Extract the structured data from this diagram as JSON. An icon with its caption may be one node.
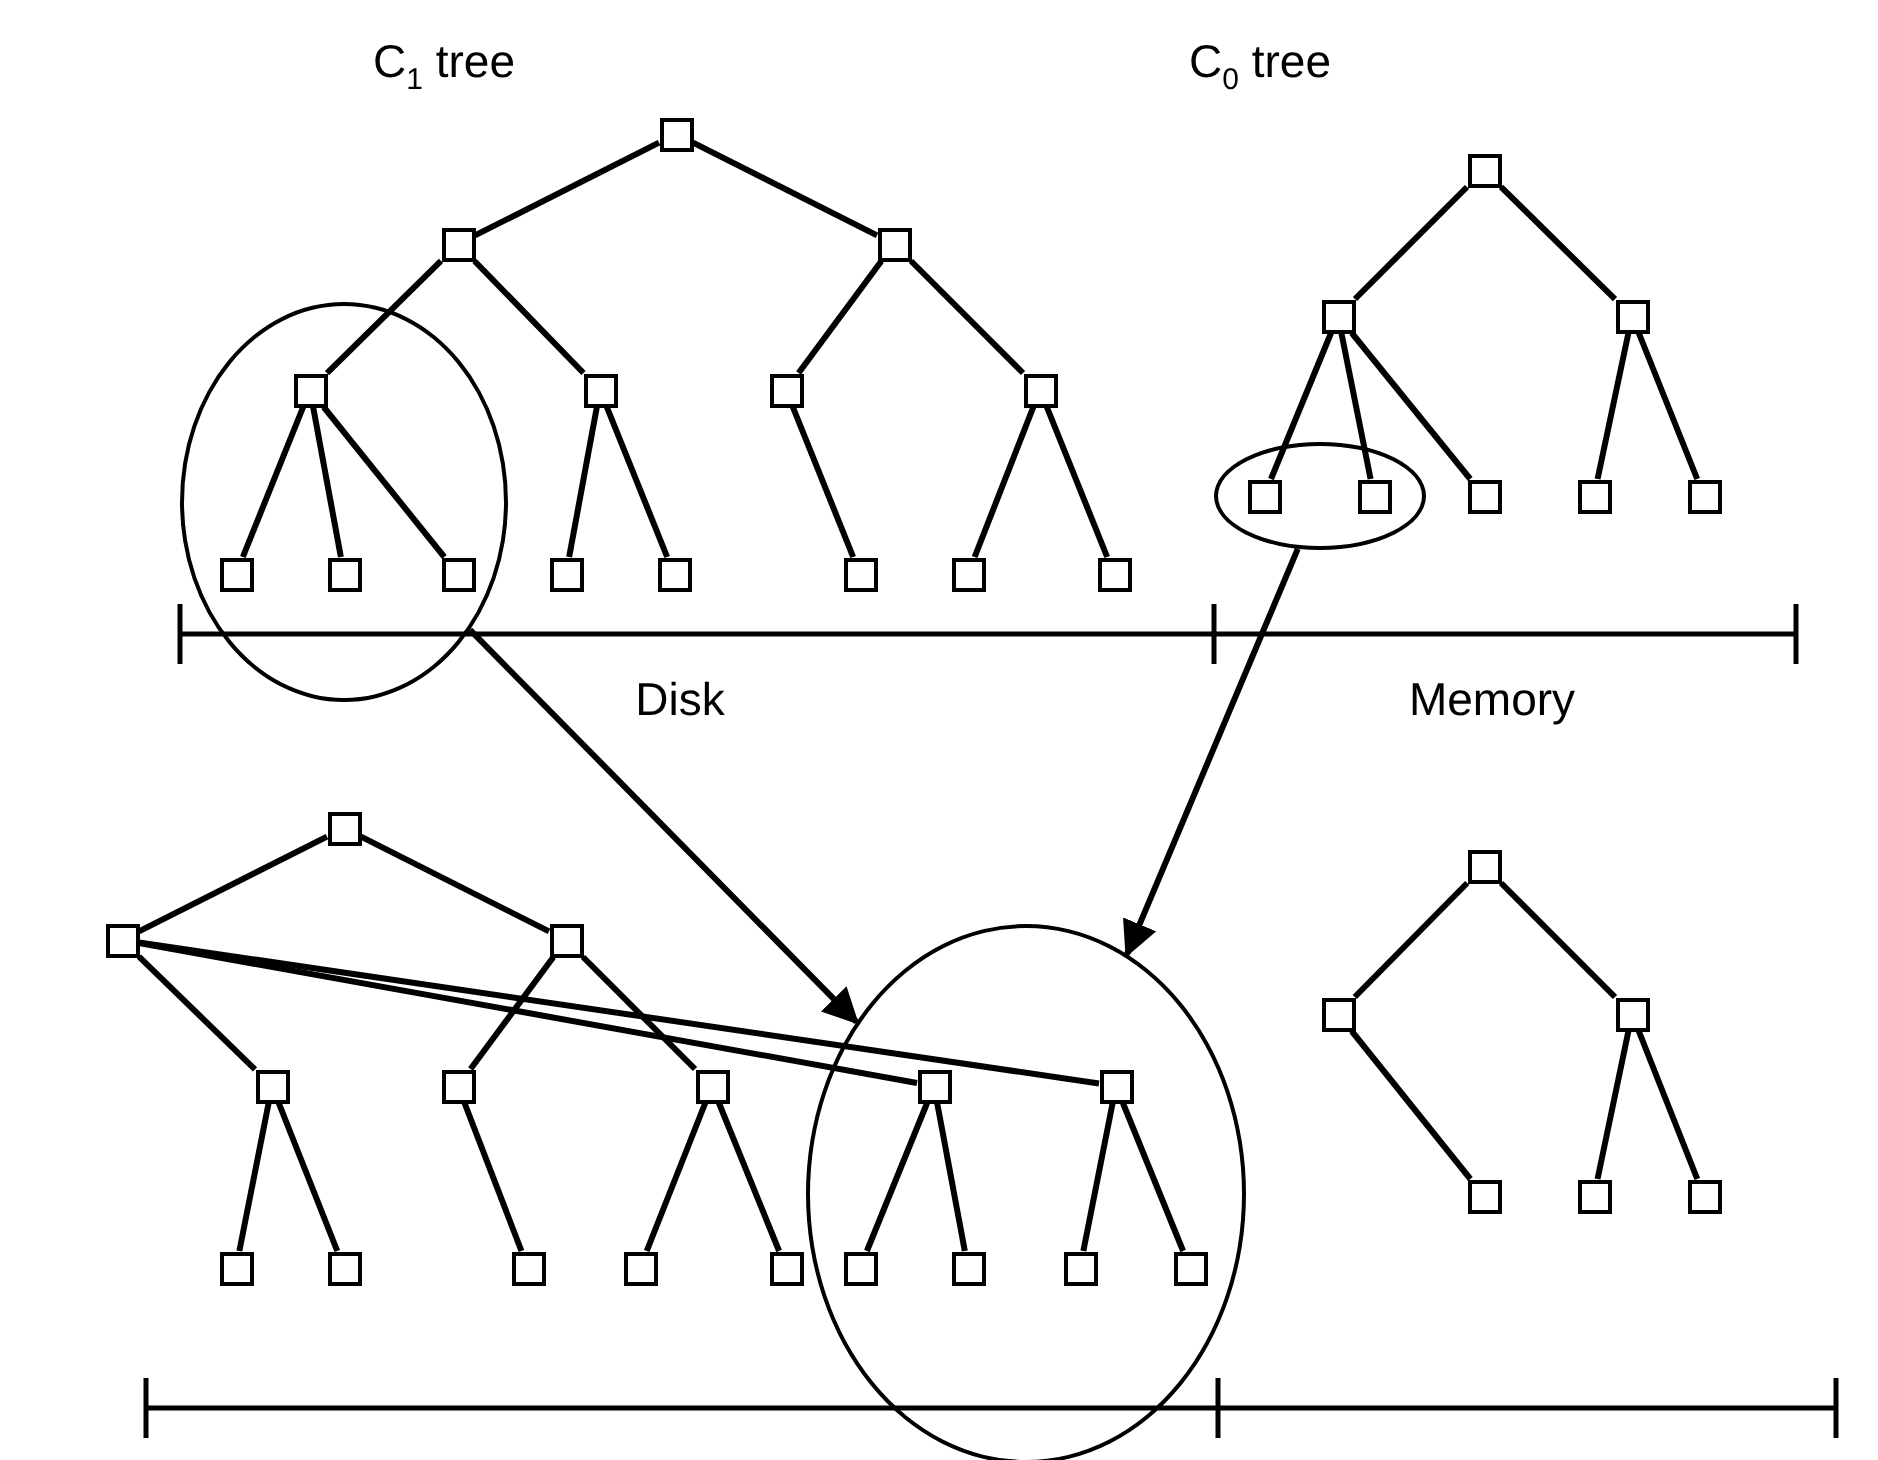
{
  "diagram": {
    "nodes": [
      {
        "text": [],
        "shape": "ellipse"
      },
      {
        "text": [],
        "shape": "ellipse"
      },
      {
        "text": [],
        "shape": "ellipse"
      },
      {
        "text": [],
        "shape": "box"
      },
      {
        "text": [],
        "shape": "box"
      },
      {
        "text": [],
        "shape": "box"
      },
      {
        "text": [],
        "shape": "box",
        "in": 0
      },
      {
        "text": [],
        "shape": "box"
      },
      {
        "text": [],
        "shape": "box"
      },
      {
        "text": [],
        "shape": "box"
      },
      {
        "text": [],
        "shape": "box",
        "in": 0
      },
      {
        "text": [],
        "shape": "box",
        "in": 0
      },
      {
        "text": [],
        "shape": "box",
        "in": 0
      },
      {
        "text": [],
        "shape": "box"
      },
      {
        "text": [],
        "shape": "box"
      },
      {
        "text": [],
        "shape": "box"
      },
      {
        "text": [],
        "shape": "box"
      },
      {
        "text": [],
        "shape": "box"
      },
      {
        "text": [],
        "shape": "box"
      },
      {
        "text": [],
        "shape": "box"
      },
      {
        "text": [],
        "shape": "box"
      },
      {
        "text": [],
        "shape": "box",
        "in": 1
      },
      {
        "text": [],
        "shape": "box",
        "in": 1
      },
      {
        "text": [],
        "shape": "box"
      },
      {
        "text": [],
        "shape": "box"
      },
      {
        "text": [],
        "shape": "box"
      },
      {
        "text": [],
        "shape": "box"
      },
      {
        "text": [],
        "shape": "box"
      },
      {
        "text": [],
        "shape": "box"
      },
      {
        "text": [],
        "shape": "box"
      },
      {
        "text": [],
        "shape": "box"
      },
      {
        "text": [],
        "shape": "box"
      },
      {
        "text": [],
        "shape": "box",
        "in": 2
      },
      {
        "text": [],
        "shape": "box",
        "in": 2
      },
      {
        "text": [],
        "shape": "box"
      },
      {
        "text": [],
        "shape": "box"
      },
      {
        "text": [],
        "shape": "box"
      },
      {
        "text": [],
        "shape": "box"
      },
      {
        "text": [],
        "shape": "box"
      },
      {
        "text": [],
        "shape": "box",
        "in": 2
      },
      {
        "text": [],
        "shape": "box",
        "in": 2
      },
      {
        "text": [],
        "shape": "box",
        "in": 2
      },
      {
        "text": [],
        "shape": "box",
        "in": 2
      },
      {
        "text": [],
        "shape": "box"
      },
      {
        "text": [],
        "shape": "box"
      },
      {
        "text": [],
        "shape": "box"
      },
      {
        "text": [],
        "shape": "box"
      },
      {
        "text": [],
        "shape": "box"
      },
      {
        "text": [],
        "shape": "box"
      }
    ],
    "edges": [
      {
        "from": 3,
        "to": 4,
        "arrow": "none"
      },
      {
        "from": 3,
        "to": 5,
        "arrow": "none"
      },
      {
        "from": 4,
        "to": 6,
        "arrow": "none"
      },
      {
        "from": 4,
        "to": 7,
        "arrow": "none"
      },
      {
        "from": 5,
        "to": 8,
        "arrow": "none"
      },
      {
        "from": 5,
        "to": 9,
        "arrow": "none"
      },
      {
        "from": 6,
        "to": 10,
        "arrow": "none"
      },
      {
        "from": 6,
        "to": 11,
        "arrow": "none"
      },
      {
        "from": 6,
        "to": 12,
        "arrow": "none"
      },
      {
        "from": 7,
        "to": 13,
        "arrow": "none"
      },
      {
        "from": 7,
        "to": 14,
        "arrow": "none"
      },
      {
        "from": 8,
        "to": 15,
        "arrow": "none"
      },
      {
        "from": 9,
        "to": 16,
        "arrow": "none"
      },
      {
        "from": 9,
        "to": 17,
        "arrow": "none"
      },
      {
        "from": 18,
        "to": 19,
        "arrow": "none"
      },
      {
        "from": 18,
        "to": 20,
        "arrow": "none"
      },
      {
        "from": 19,
        "to": 21,
        "arrow": "none"
      },
      {
        "from": 19,
        "to": 22,
        "arrow": "none"
      },
      {
        "from": 19,
        "to": 23,
        "arrow": "none"
      },
      {
        "from": 20,
        "to": 24,
        "arrow": "none"
      },
      {
        "from": 20,
        "to": 25,
        "arrow": "none"
      },
      {
        "from": 26,
        "to": 27,
        "arrow": "none"
      },
      {
        "from": 26,
        "to": 28,
        "arrow": "none"
      },
      {
        "from": 27,
        "to": 29,
        "arrow": "none"
      },
      {
        "from": 27,
        "to": 32,
        "arrow": "none"
      },
      {
        "from": 27,
        "to": 33,
        "arrow": "none"
      },
      {
        "from": 28,
        "to": 30,
        "arrow": "none"
      },
      {
        "from": 28,
        "to": 31,
        "arrow": "none"
      },
      {
        "from": 29,
        "to": 34,
        "arrow": "none"
      },
      {
        "from": 29,
        "to": 35,
        "arrow": "none"
      },
      {
        "from": 30,
        "to": 36,
        "arrow": "none"
      },
      {
        "from": 31,
        "to": 37,
        "arrow": "none"
      },
      {
        "from": 31,
        "to": 38,
        "arrow": "none"
      },
      {
        "from": 32,
        "to": 39,
        "arrow": "none"
      },
      {
        "from": 32,
        "to": 40,
        "arrow": "none"
      },
      {
        "from": 33,
        "to": 41,
        "arrow": "none"
      },
      {
        "from": 33,
        "to": 42,
        "arrow": "none"
      },
      {
        "from": 43,
        "to": 44,
        "arrow": "none"
      },
      {
        "from": 43,
        "to": 45,
        "arrow": "none"
      },
      {
        "from": 44,
        "to": 46,
        "arrow": "none"
      },
      {
        "from": 45,
        "to": 47,
        "arrow": "none"
      },
      {
        "from": 45,
        "to": 48,
        "arrow": "none"
      },
      {
        "from": 0,
        "to": 2,
        "arrow": "to"
      },
      {
        "from": 1,
        "to": 2,
        "arrow": "to"
      }
    ],
    "labels": [
      "C$_{1}$ tree",
      "C$_{0}$ tree",
      "Disk",
      "Memory"
    ]
  }
}
